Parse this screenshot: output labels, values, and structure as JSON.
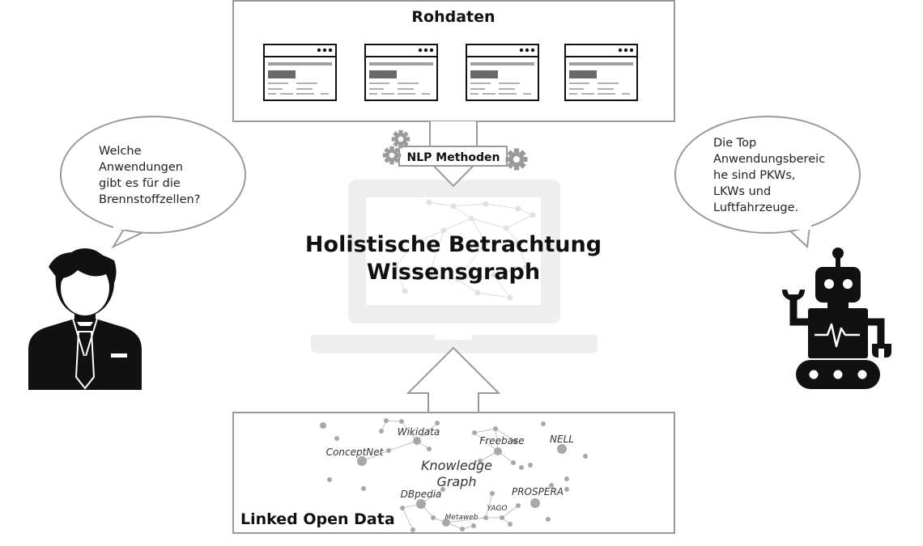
{
  "raw_data": {
    "title": "Rohdaten",
    "documents": [
      "document",
      "document",
      "document",
      "document"
    ]
  },
  "nlp": {
    "label": "NLP Methoden"
  },
  "center": {
    "line1": "Holistische Betrachtung",
    "line2": "Wissensgraph"
  },
  "user_bubble": {
    "lines": [
      "Welche",
      "Anwendungen",
      "gibt es für die",
      "Brennstoffzellen?"
    ]
  },
  "robot_bubble": {
    "lines": [
      "Die Top",
      "Anwendungsbereic",
      "he sind PKWs,",
      "LKWs und",
      "Luftfahrzeuge."
    ]
  },
  "lod": {
    "title": "Linked Open Data",
    "center_label": [
      "Knowledge",
      "Graph"
    ],
    "sources": {
      "wikidata": "Wikidata",
      "conceptnet": "ConceptNet",
      "freebase": "Freebase",
      "nell": "NELL",
      "dbpedia": "DBpedia",
      "prospera": "PROSPERA",
      "metaweb": "Metaweb",
      "yago": "YAGO"
    }
  },
  "icons": {
    "user": "businessman-icon",
    "robot": "robot-icon",
    "gear": "gear-icon",
    "laptop": "laptop-icon"
  },
  "colors": {
    "frame": "#9a9a9a",
    "laptop": "#eeeeee",
    "node": "#a8a8a8",
    "icon": "#111111"
  }
}
